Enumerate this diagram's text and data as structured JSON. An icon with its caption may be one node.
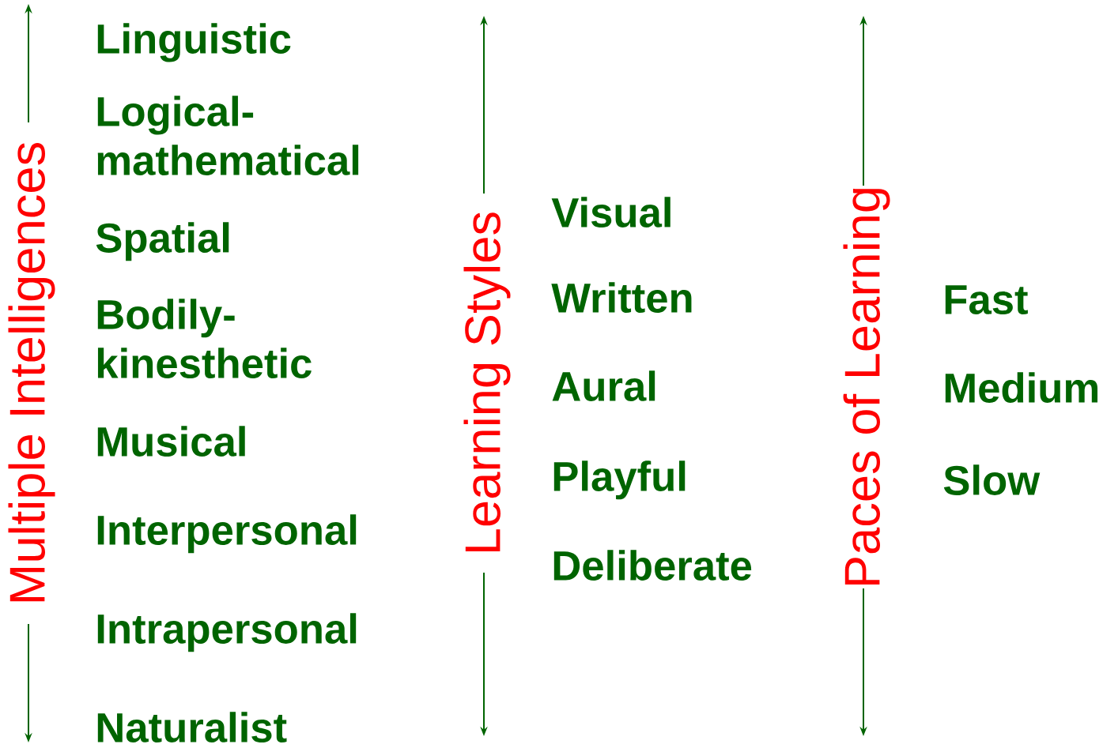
{
  "diagram": {
    "labels": [
      "Multiple Intelligences",
      "Linguistic",
      "Logical- mathematical",
      "Spatial",
      "Bodily- kinesthetic",
      "Musical",
      "Interpersonal",
      "Intrapersonal",
      "Naturalist",
      "Learning Styles",
      "Visual",
      "Written",
      "Aural",
      "Playful",
      "Deliberate",
      "Paces of Learning",
      "Fast",
      "Medium",
      "Slow"
    ]
  }
}
